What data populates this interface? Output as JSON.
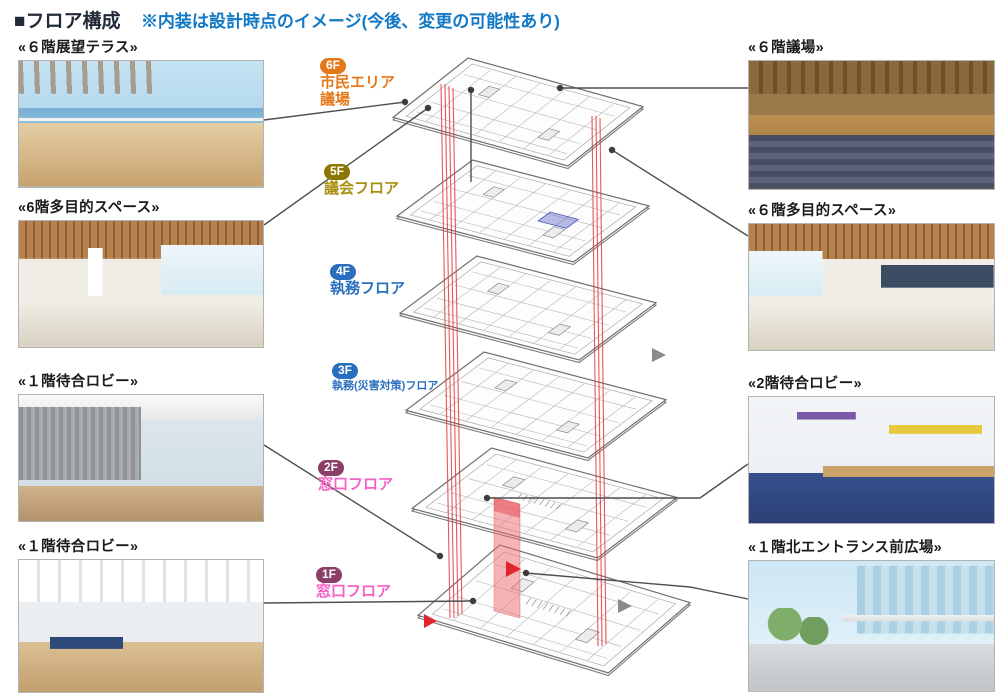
{
  "header": {
    "title": "■フロア構成",
    "note": "※内装は設計時点のイメージ(今後、変更の可能性あり)"
  },
  "left_photos": [
    {
      "caption": "«６階展望テラス»"
    },
    {
      "caption": "«6階多目的スペース»"
    },
    {
      "caption": "«１階待合ロビー»"
    },
    {
      "caption": "«１階待合ロビー»"
    }
  ],
  "right_photos": [
    {
      "caption": "«６階議場»"
    },
    {
      "caption": "«６階多目的スペース»"
    },
    {
      "caption": "«2階待合ロビー»"
    },
    {
      "caption": "«１階北エントランス前広場»"
    }
  ],
  "floors": [
    {
      "badge": "6F",
      "lines": [
        "市民エリア",
        "議場"
      ],
      "color": "#e4791c",
      "badge_bg": "#e4791c"
    },
    {
      "badge": "5F",
      "lines": [
        "議会フロア"
      ],
      "color": "#a8900f",
      "badge_bg": "#8c7500"
    },
    {
      "badge": "4F",
      "lines": [
        "執務フロア"
      ],
      "color": "#2a6fbd",
      "badge_bg": "#2a6fbd"
    },
    {
      "badge": "3F",
      "lines": [
        "執務(災害対策)フロア"
      ],
      "color": "#2a6fbd",
      "badge_bg": "#2a6fbd"
    },
    {
      "badge": "2F",
      "lines": [
        "窓口フロア"
      ],
      "color": "#f75fc6",
      "badge_bg": "#8a3e68"
    },
    {
      "badge": "1F",
      "lines": [
        "窓口フロア"
      ],
      "color": "#f75fc6",
      "badge_bg": "#8a3e68"
    }
  ],
  "colors": {
    "note_blue": "#1279c6",
    "connector_gray": "#4f4f4f",
    "core_red": "#e23b41",
    "void_pink": "#ef6a70"
  }
}
